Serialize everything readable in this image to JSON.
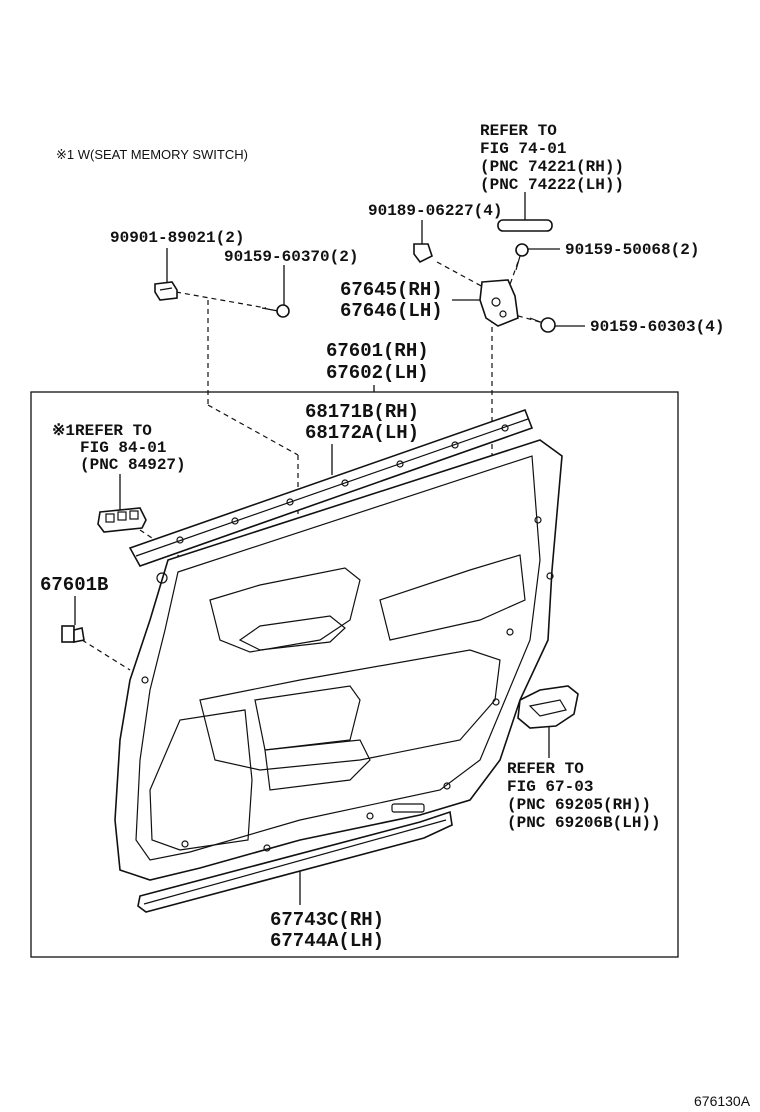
{
  "note_memory_switch": "※1 W(SEAT MEMORY SWITCH)",
  "refer_74": [
    "REFER TO",
    "FIG 74-01",
    "(PNC 74221(RH))",
    "(PNC 74222(LH))"
  ],
  "part_90189": "90189-06227(4)",
  "part_90901": "90901-89021(2)",
  "part_90159_60370": "90159-60370(2)",
  "part_90159_50068": "90159-50068(2)",
  "part_67645": "67645(RH)",
  "part_67646": "67646(LH)",
  "part_90159_60303": "90159-60303(4)",
  "part_67601": "67601(RH)",
  "part_67602": "67602(LH)",
  "part_68171b": "68171B(RH)",
  "part_68172a": "68172A(LH)",
  "refer_84": [
    "※1REFER TO",
    "FIG 84-01",
    "(PNC 84927)"
  ],
  "part_67601b": "67601B",
  "refer_67": [
    "REFER TO",
    "FIG 67-03",
    "(PNC 69205(RH))",
    "(PNC 69206B(LH))"
  ],
  "part_67743c": "67743C(RH)",
  "part_67744a": "67744A(LH)",
  "figure_id": "676130A"
}
